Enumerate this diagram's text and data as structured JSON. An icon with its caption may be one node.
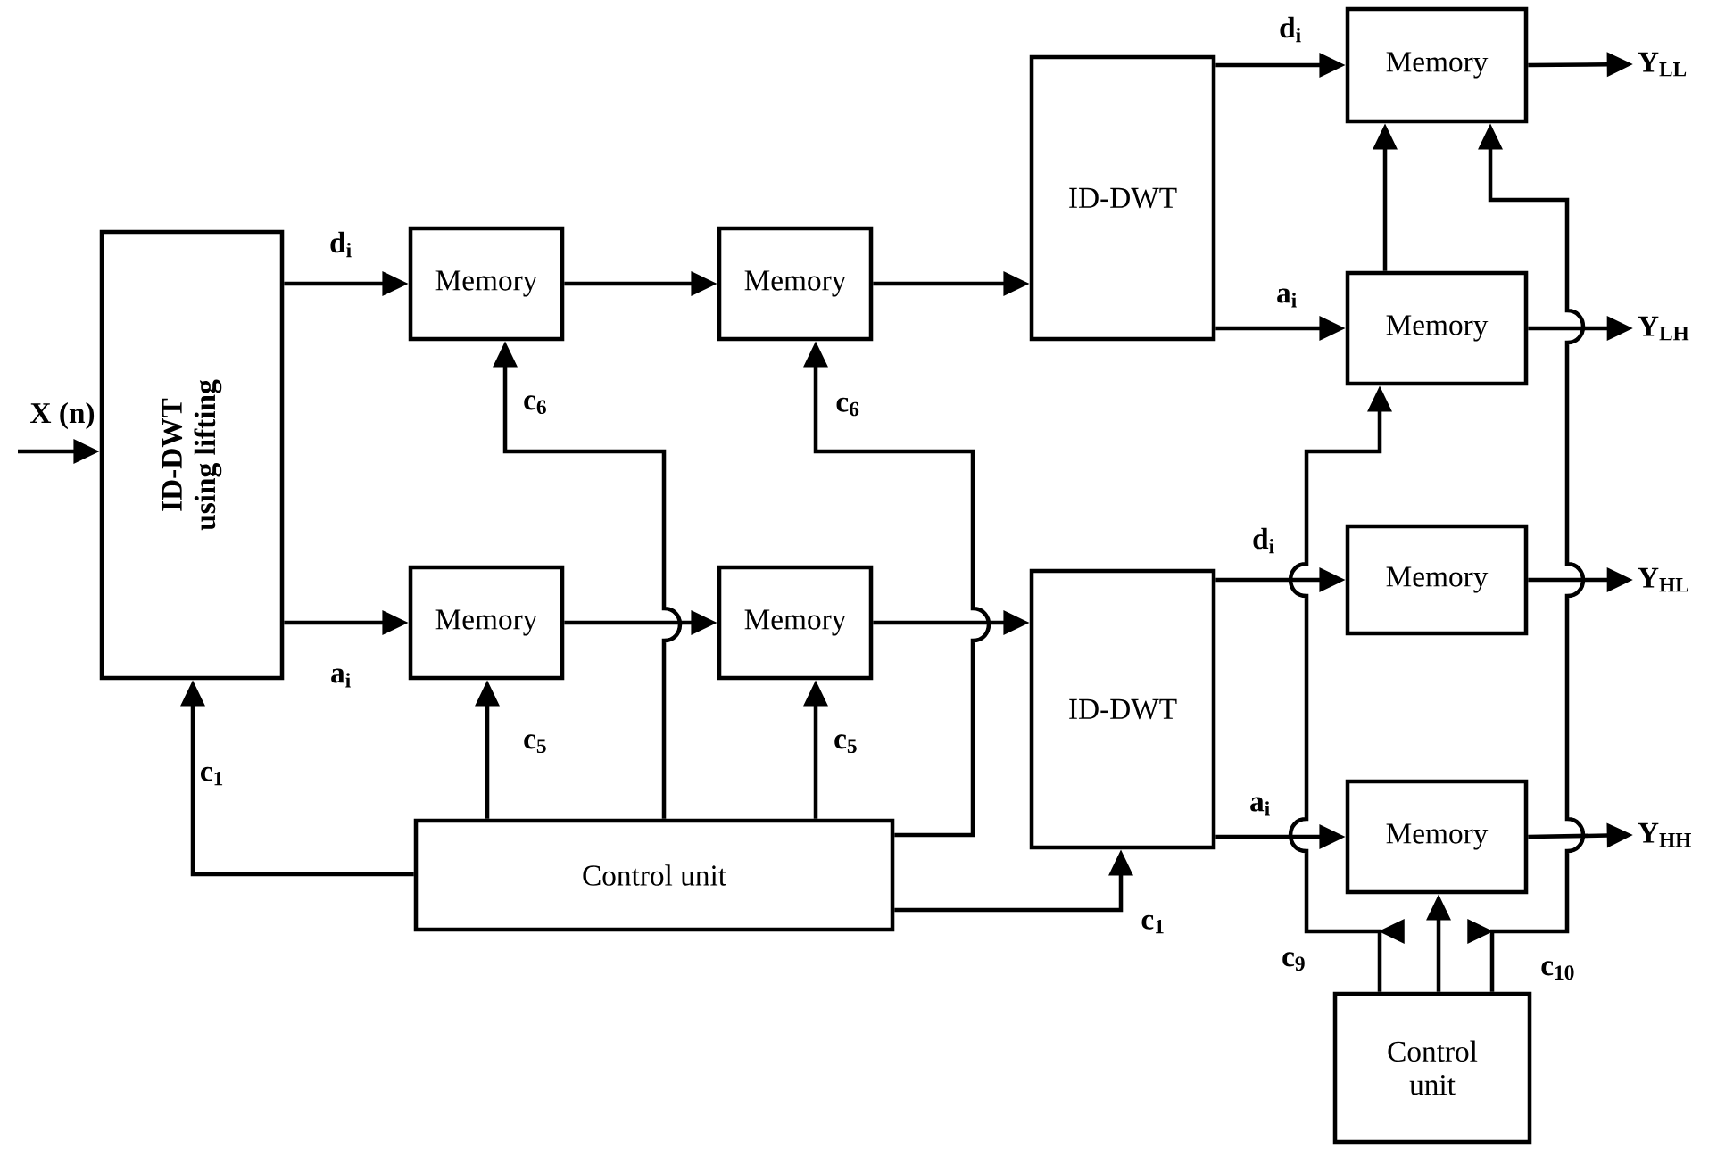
{
  "diagram": {
    "nodes": [
      {
        "text": [
          "ID-DWT using lifting"
        ]
      },
      {
        "text": [
          "Memory"
        ]
      },
      {
        "text": [
          "Memory"
        ]
      },
      {
        "text": [
          "ID-DWT"
        ]
      },
      {
        "text": [
          "Memory"
        ]
      },
      {
        "text": [
          "Memory"
        ]
      },
      {
        "text": [
          "Memory"
        ]
      },
      {
        "text": [
          "Memory"
        ]
      },
      {
        "text": [
          "ID-DWT"
        ]
      },
      {
        "text": [
          "Memory"
        ]
      },
      {
        "text": [
          "Memory"
        ]
      },
      {
        "text": [
          "Control unit"
        ]
      },
      {
        "text": [
          "Control unit"
        ]
      },
      {
        "text": [
          "Y$_{LL}$"
        ]
      },
      {
        "text": [
          "Y$_{LH}$"
        ]
      },
      {
        "text": [
          "Y$_{HL}$"
        ]
      },
      {
        "text": [
          "Y$_{HH}$"
        ]
      }
    ],
    "edges": [
      {
        "from": 0,
        "to": 1,
        "arrow": "to",
        "label": "d$_{i}$"
      },
      {
        "from": 0,
        "to": 6,
        "arrow": "to",
        "label": "a$_{i}$"
      },
      {
        "from": 1,
        "to": 2,
        "arrow": "to"
      },
      {
        "from": 6,
        "to": 7,
        "arrow": "to"
      },
      {
        "from": 2,
        "to": 3,
        "arrow": "to"
      },
      {
        "from": 7,
        "to": 8,
        "arrow": "to"
      },
      {
        "from": 3,
        "to": 4,
        "arrow": "to",
        "label": "d$_{i}$"
      },
      {
        "from": 3,
        "to": 5,
        "arrow": "to",
        "label": "a$_{i}$"
      },
      {
        "from": 8,
        "to": 9,
        "arrow": "to",
        "label": "d$_{i}$"
      },
      {
        "from": 8,
        "to": 10,
        "arrow": "to",
        "label": "a$_{i}$"
      },
      {
        "from": 5,
        "to": 4,
        "arrow": "to"
      },
      {
        "from": 4,
        "to": 13,
        "arrow": "to"
      },
      {
        "from": 5,
        "to": 14,
        "arrow": "to"
      },
      {
        "from": 9,
        "to": 15,
        "arrow": "to"
      },
      {
        "from": 10,
        "to": 16,
        "arrow": "to"
      },
      {
        "from": null,
        "to": 0,
        "arrow": "to",
        "label": "X (n)"
      },
      {
        "from": 11,
        "to": 0,
        "arrow": "to",
        "label": "c$_{1}$"
      },
      {
        "from": 11,
        "to": 6,
        "arrow": "to",
        "label": "c$_{5}$"
      },
      {
        "from": 11,
        "to": 7,
        "arrow": "to",
        "label": "c$_{5}$"
      },
      {
        "from": 11,
        "to": 1,
        "arrow": "to",
        "label": "c$_{6}$"
      },
      {
        "from": 11,
        "to": 2,
        "arrow": "to",
        "label": "c$_{6}$"
      },
      {
        "from": 11,
        "to": 8,
        "arrow": "to",
        "label": "c$_{1}$"
      },
      {
        "from": 12,
        "to": 5,
        "arrow": "to",
        "label": "c$_{9}$"
      },
      {
        "from": 12,
        "to": 10,
        "arrow": "to"
      },
      {
        "from": 12,
        "to": 4,
        "arrow": "to",
        "label": "c$_{10}$"
      }
    ]
  }
}
